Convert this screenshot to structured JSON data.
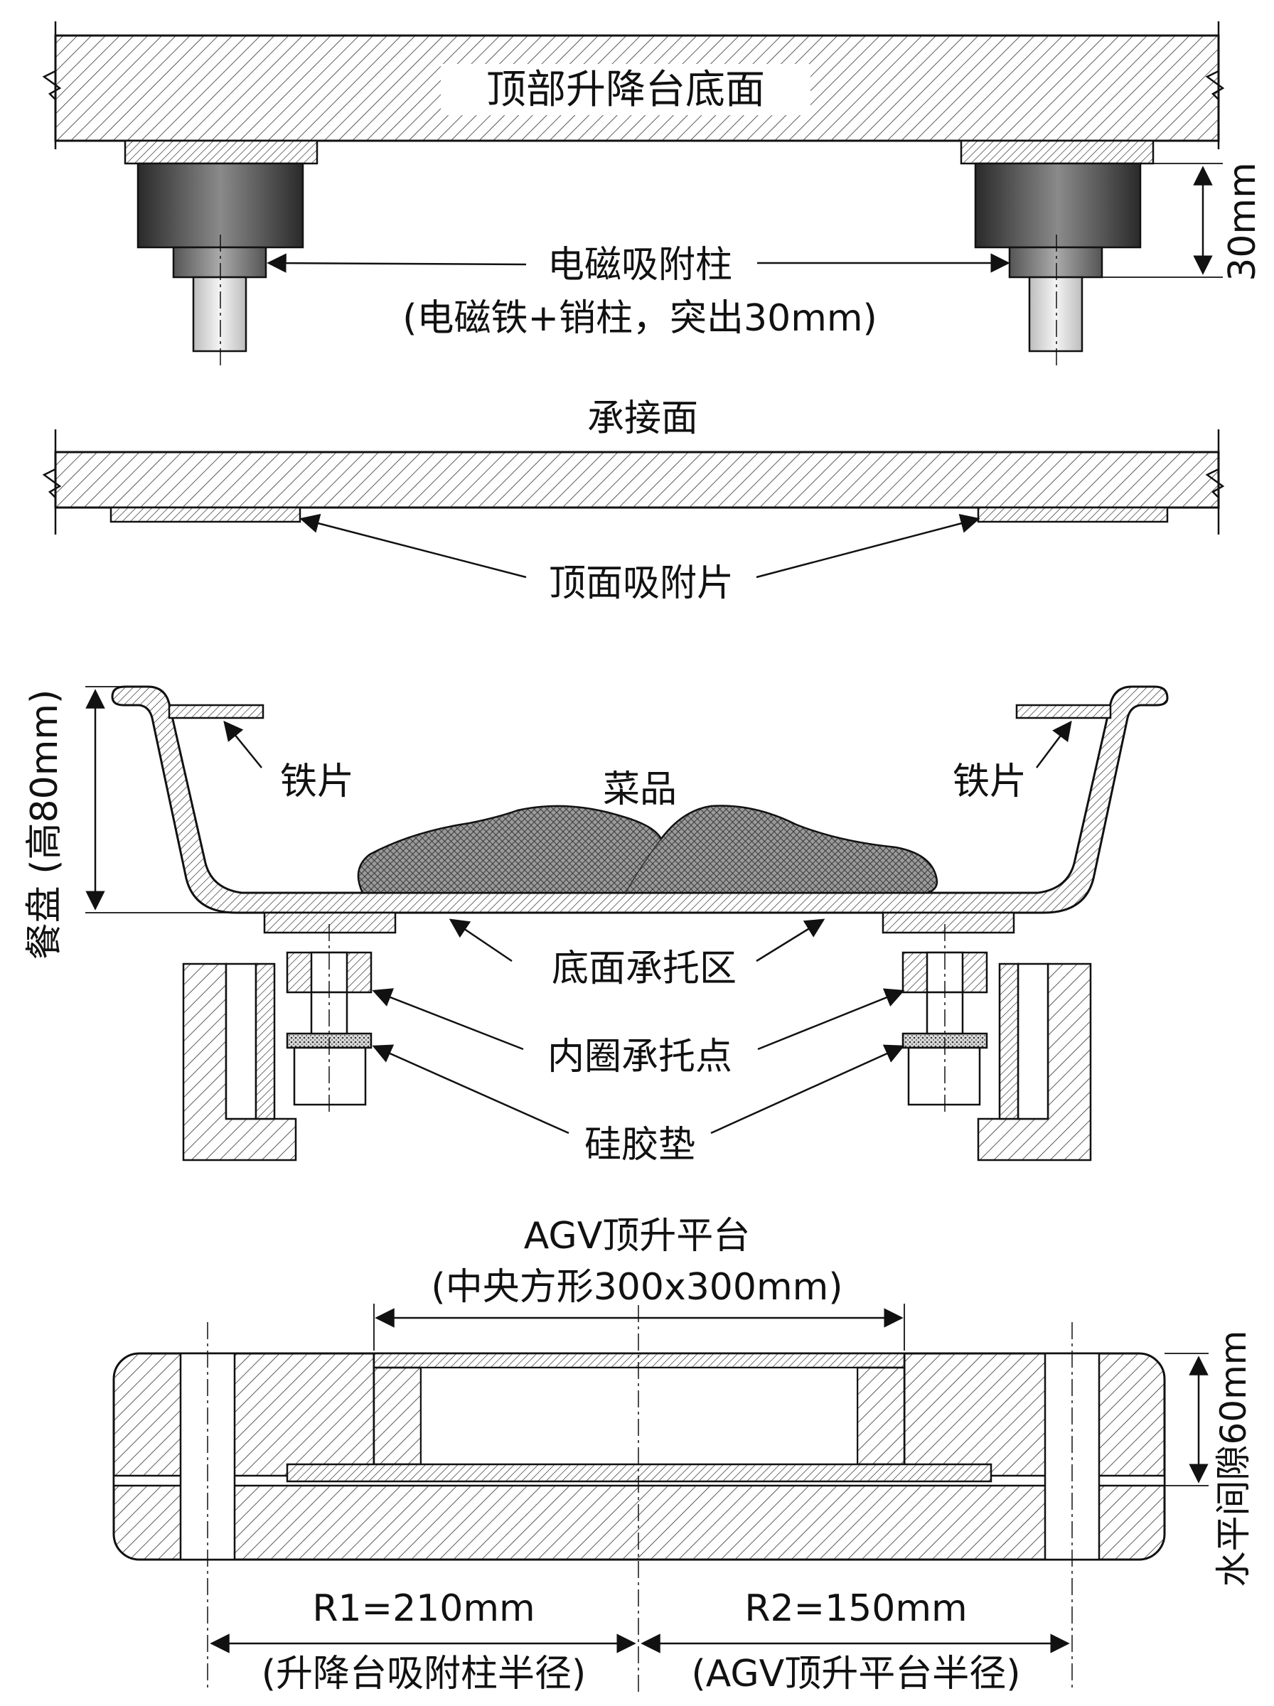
{
  "section_top": {
    "platform_label": "顶部升降台底面",
    "posts_label": "电磁吸附柱",
    "posts_note": "(电磁铁+销柱，突出30mm)",
    "dim_protrusion": "30mm"
  },
  "section_receive": {
    "surface_label": "承接面",
    "plates_label": "顶面吸附片"
  },
  "section_tray": {
    "tray_height": "餐盘 (高80mm)",
    "iron_left": "铁片",
    "iron_right": "铁片",
    "food_label": "菜品",
    "bottom_support": "底面承托区",
    "inner_ring": "内圈承托点",
    "silicone_pad": "硅胶垫"
  },
  "section_agv": {
    "title": "AGV顶升平台",
    "subtitle": "(中央方形300x300mm)",
    "gap_label": "水平间隙60mm",
    "r1_label": "R1=210mm",
    "r1_note": "(升降台吸附柱半径)",
    "r2_label": "R2=150mm",
    "r2_note": "(AGV顶升平台半径)"
  },
  "colors": {
    "line": "#111111",
    "hatch_bg": "#ffffff",
    "magnet_dark": "#2e2e2e",
    "magnet_light": "#8c8c8c",
    "food": "#8a8a8a"
  }
}
